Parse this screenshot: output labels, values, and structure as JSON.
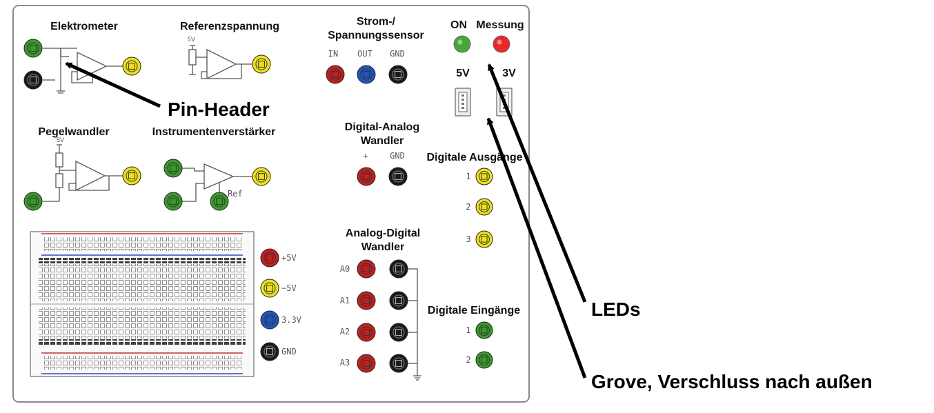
{
  "panel": {
    "modules": {
      "elektrometer": "Elektrometer",
      "referenzspannung": "Referenzspannung",
      "strom_line1": "Strom-/",
      "strom_line2": "Spannungssensor",
      "pegelwandler": "Pegelwandler",
      "instrumentenverstaerker": "Instrumentenverstärker",
      "dac_line1": "Digital-Analog",
      "dac_line2": "Wandler",
      "adc_line1": "Analog-Digital",
      "adc_line2": "Wandler",
      "digitale_ausgaenge": "Digitale Ausgänge",
      "digitale_eingaenge": "Digitale Eingänge",
      "on": "ON",
      "messung": "Messung",
      "v5": "5V",
      "v3": "3V"
    },
    "pin_labels": {
      "in": "IN",
      "out": "OUT",
      "gnd": "GND",
      "plus": "+",
      "dac_gnd": "GND",
      "ref": "Ref",
      "ref_5v": "5V",
      "peg_5v": "5V",
      "a0": "A0",
      "a1": "A1",
      "a2": "A2",
      "a3": "A3",
      "do1": "1",
      "do2": "2",
      "do3": "3",
      "di1": "1",
      "di2": "2"
    },
    "supply_labels": {
      "p5": "+5V",
      "m5": "−5V",
      "v33": "3.3V",
      "gnd": "GND"
    }
  },
  "annotations": {
    "pin_header": "Pin-Header",
    "leds": "LEDs",
    "grove": "Grove, Verschluss nach außen"
  },
  "colors": {
    "green": "#3a9a2c",
    "yellow": "#ece11a",
    "red": "#c41e1e",
    "blue": "#1f55c0",
    "black": "#1a1a1a",
    "led_green": "#46a838",
    "led_red": "#e8292a"
  }
}
